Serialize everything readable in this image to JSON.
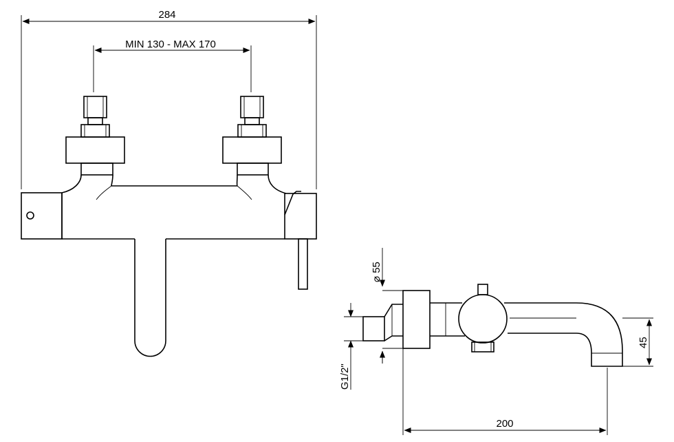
{
  "dimensions": {
    "overall_width": "284",
    "inlet_spacing": "MIN 130 - MAX 170",
    "body_diameter": "⌀ 55",
    "thread": "G1/2\"",
    "spout_height": "45",
    "projection": "200"
  }
}
